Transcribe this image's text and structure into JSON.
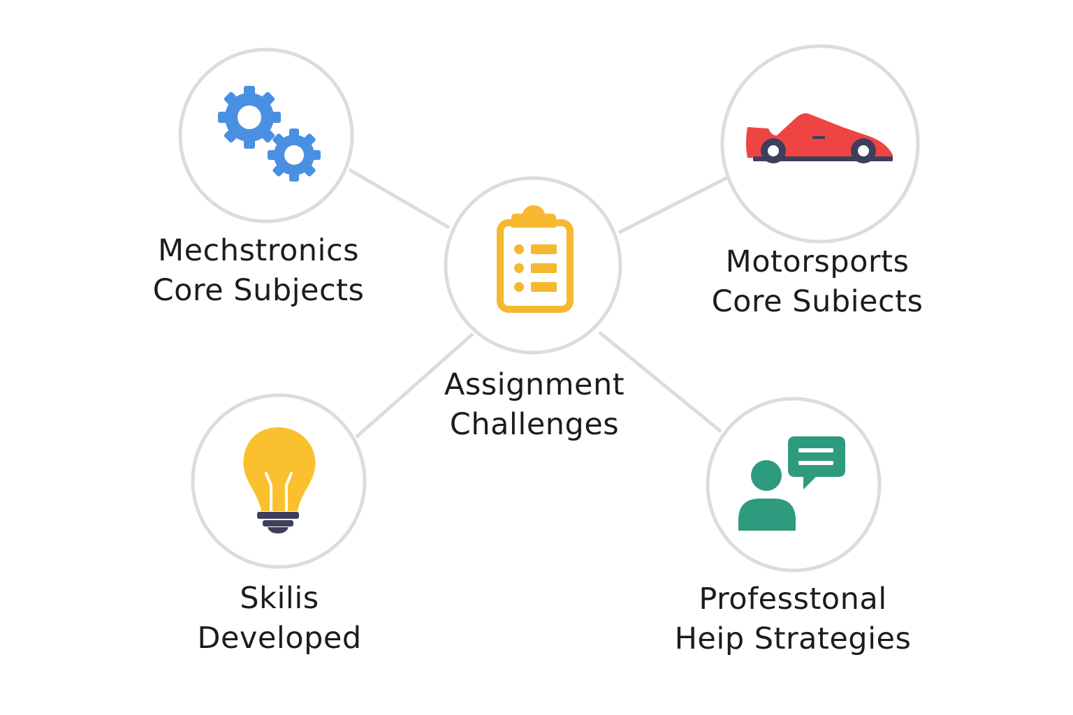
{
  "center": {
    "label_line1": "Assignment",
    "label_line2": "Challenges",
    "icon": "clipboard-checklist-icon",
    "color": "#F5B82E"
  },
  "nodes": [
    {
      "id": "mechatronics",
      "label_line1": "Mechstronics",
      "label_line2": "Core Subjects",
      "icon": "gears-icon",
      "color": "#4A90E2"
    },
    {
      "id": "motorsports",
      "label_line1": "Motorsports",
      "label_line2": "Core Subiects",
      "icon": "race-car-icon",
      "color": "#EF4444"
    },
    {
      "id": "skills",
      "label_line1": "Skilis",
      "label_line2": "Developed",
      "icon": "lightbulb-icon",
      "color": "#FBC02D"
    },
    {
      "id": "professional",
      "label_line1": "Professtonal",
      "label_line2": "Heip Strategies",
      "icon": "person-speech-bubble-icon",
      "color": "#2E9B7E"
    }
  ]
}
